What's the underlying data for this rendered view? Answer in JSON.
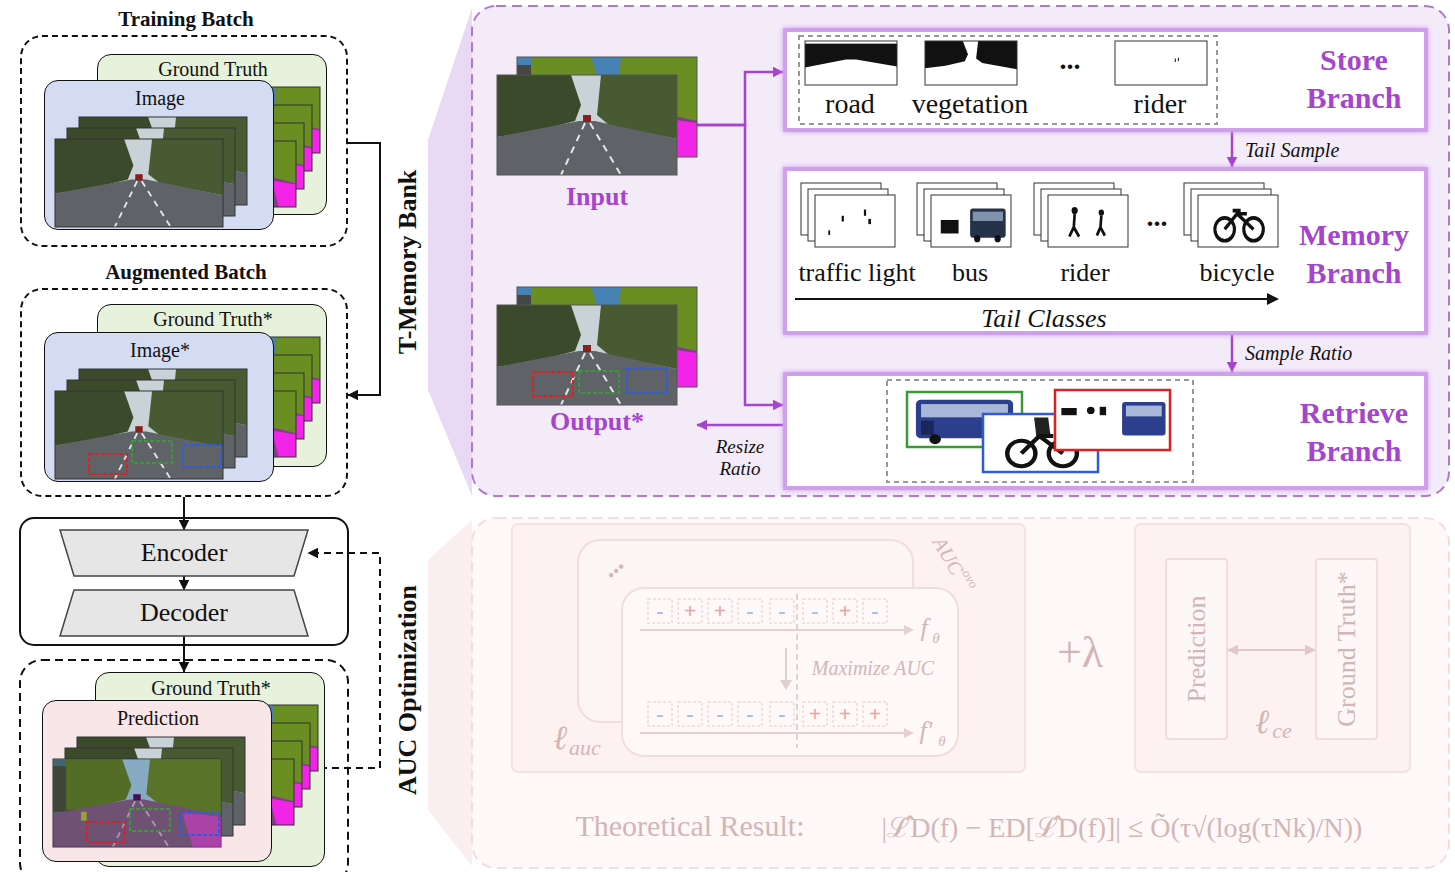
{
  "diagram": {
    "nodes": [
      {
        "text": [
          "Training Batch"
        ]
      },
      {
        "text": [
          "Ground Truth"
        ],
        "in": 0
      },
      {
        "text": [
          "Image"
        ],
        "in": 0
      },
      {
        "text": [
          "Augmented Batch"
        ]
      },
      {
        "text": [
          "Ground Truth*"
        ],
        "in": 3
      },
      {
        "text": [
          "Image*"
        ],
        "in": 3
      },
      {
        "text": [
          "Encoder"
        ]
      },
      {
        "text": [
          "Decoder"
        ]
      },
      {
        "text": [
          "Ground Truth*"
        ]
      },
      {
        "text": [
          "Prediction"
        ]
      },
      {
        "text": [
          "Input"
        ]
      },
      {
        "text": [
          "road",
          "vegetation",
          "...",
          "rider",
          "Store Branch"
        ]
      },
      {
        "text": [
          "traffic light",
          "bus",
          "rider",
          "...",
          "bicycle",
          "Tail Classes",
          "Memory Branch"
        ]
      },
      {
        "text": [
          "Output*"
        ]
      },
      {
        "text": [
          "Retrieve Branch"
        ]
      },
      {
        "text": [
          "Prediction"
        ]
      },
      {
        "text": [
          "Ground Truth*"
        ]
      }
    ],
    "edges": [
      {
        "from": 0,
        "to": 3,
        "arrow": "to"
      },
      {
        "from": 3,
        "to": 6,
        "arrow": "to"
      },
      {
        "from": 6,
        "to": 7,
        "arrow": "to"
      },
      {
        "from": 7,
        "to": 8,
        "arrow": "to"
      },
      {
        "from": 9,
        "to": 6,
        "arrow": "to"
      },
      {
        "from": 10,
        "to": 11,
        "arrow": "to"
      },
      {
        "from": 10,
        "to": 14,
        "arrow": "to"
      },
      {
        "from": 11,
        "to": 12,
        "label": "Tail Sample",
        "arrow": "to"
      },
      {
        "from": 12,
        "to": 14,
        "label": "Sample Ratio",
        "arrow": "to"
      },
      {
        "from": 14,
        "to": 13,
        "label": "Resize Ratio",
        "arrow": "to"
      },
      {
        "from": 15,
        "to": 16,
        "arrow": "both"
      }
    ],
    "labels": [
      "T-Memory Bank",
      "AUC Optimization",
      "...",
      "AUC",
      "ovo",
      "-",
      "+",
      "+",
      "-",
      "-",
      "-",
      "+",
      "-",
      "f",
      "θ",
      "Maximize AUC",
      "-",
      "-",
      "-",
      "-",
      "-",
      "+",
      "+",
      "+",
      "f′",
      "θ",
      "ℓ",
      "auc",
      "+λ",
      "ℓ",
      "ce",
      "Theoretical Result:",
      "|ℒ̂D(f) − ED[ℒ̂D(f)]| ≤ Õ(τ√(log(τNk)/N))"
    ]
  }
}
